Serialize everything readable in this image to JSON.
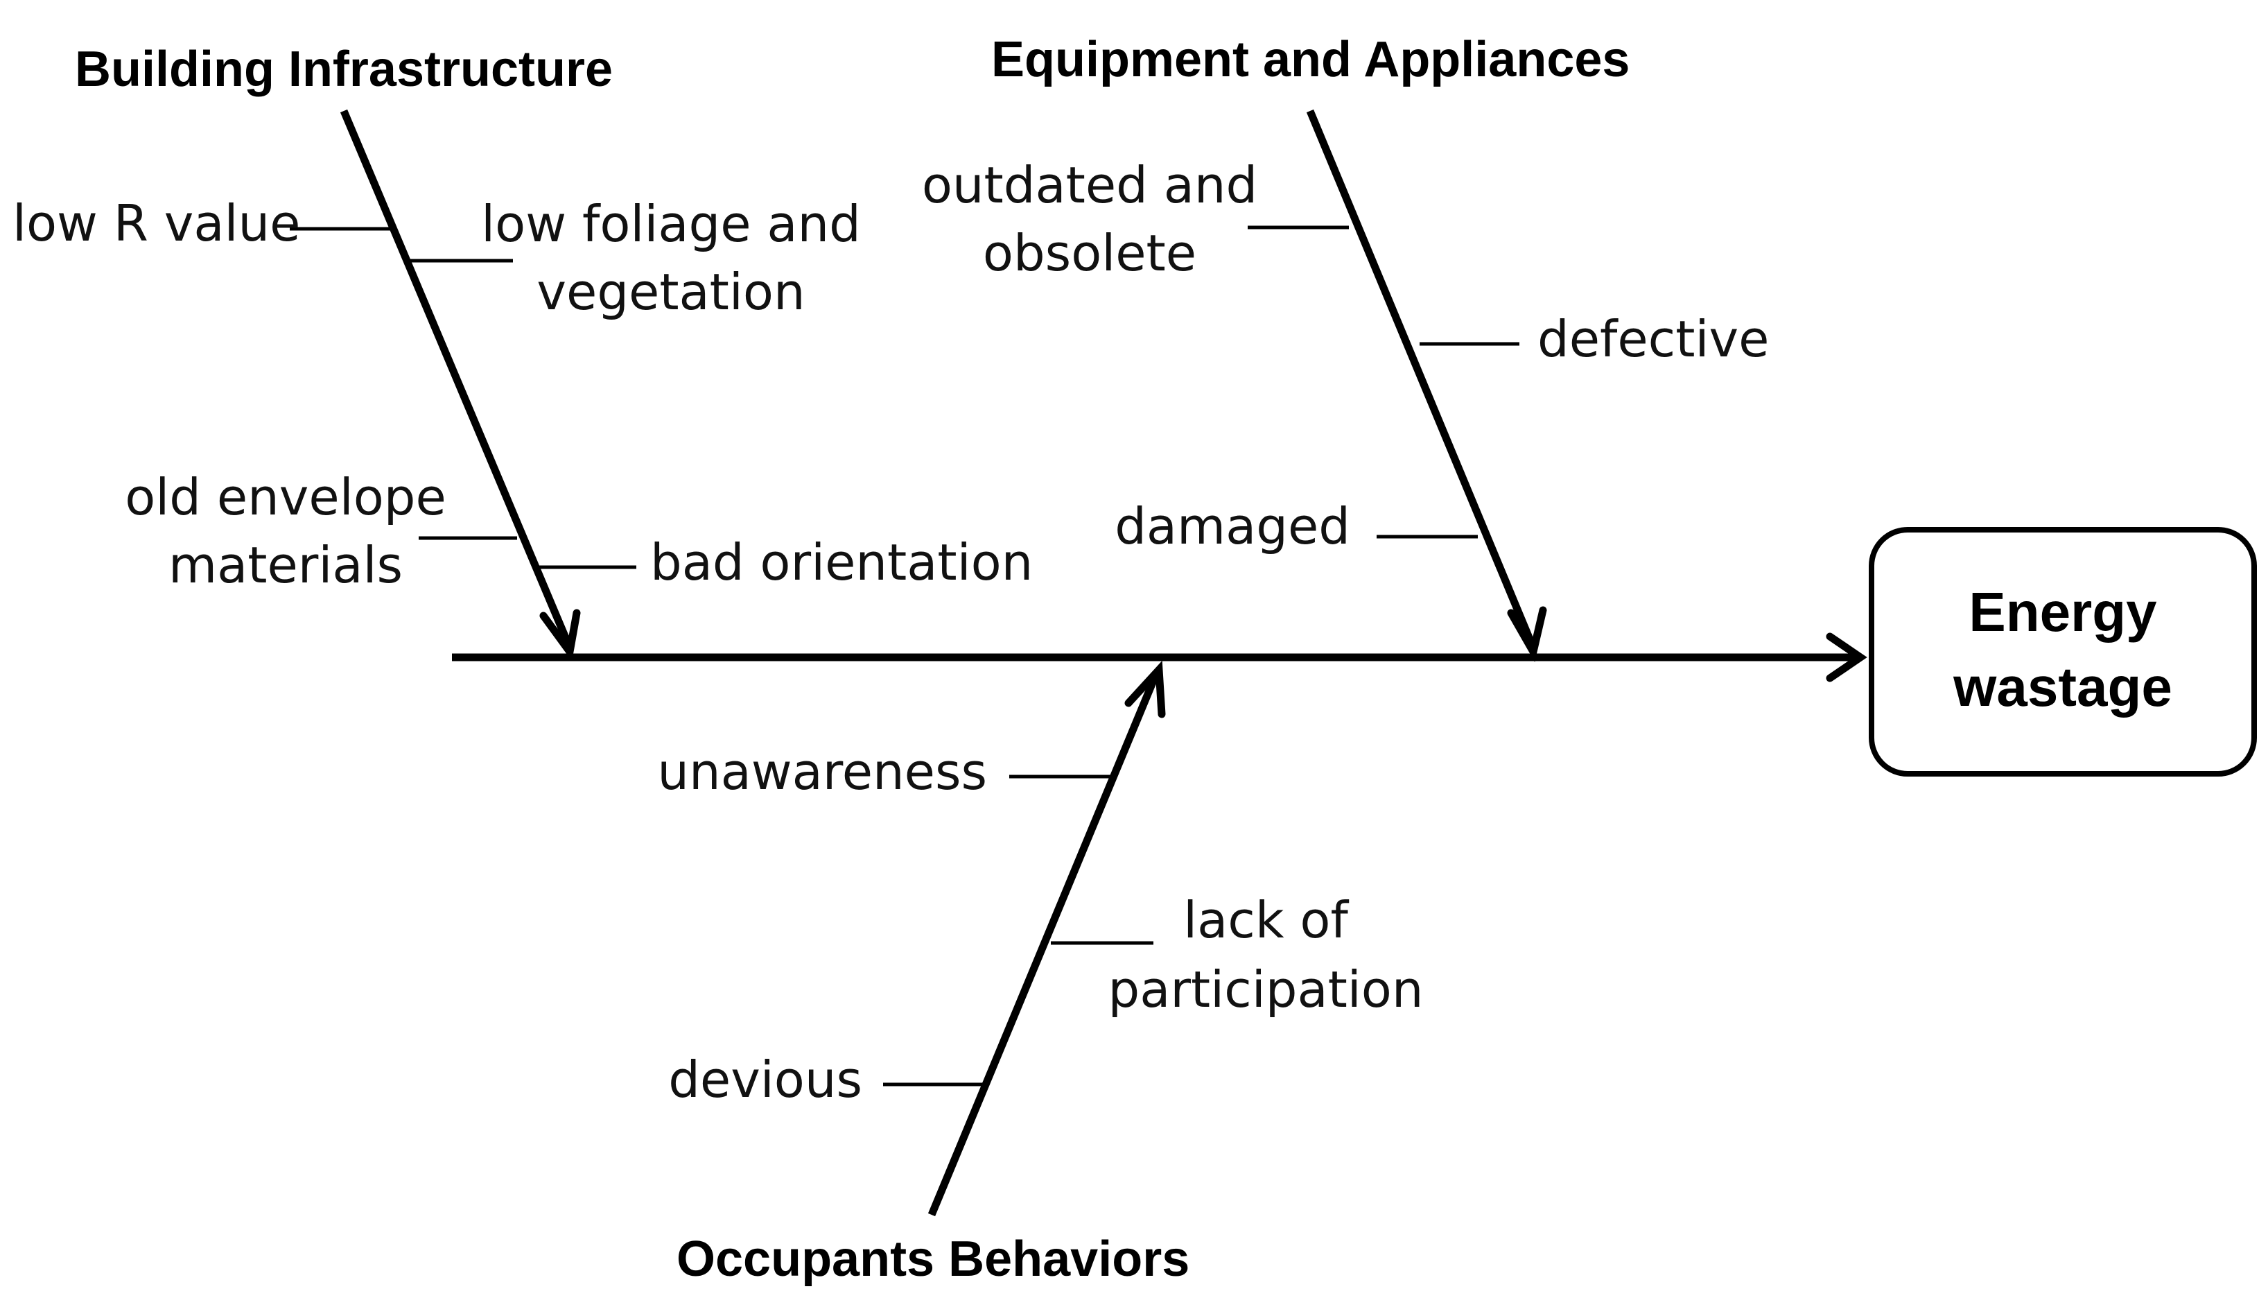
{
  "diagram": {
    "effect": {
      "line1": "Energy",
      "line2": "wastage"
    },
    "categories": [
      {
        "title": "Building Infrastructure",
        "causes": [
          "low R value",
          "low foliage and",
          "vegetation",
          "old envelope",
          "materials",
          "bad orientation"
        ]
      },
      {
        "title": "Equipment and Appliances",
        "causes": [
          "outdated and",
          "obsolete",
          "defective",
          "damaged"
        ]
      },
      {
        "title": "Occupants Behaviors",
        "causes": [
          "unawareness",
          "lack of",
          "participation",
          "devious"
        ]
      }
    ]
  }
}
